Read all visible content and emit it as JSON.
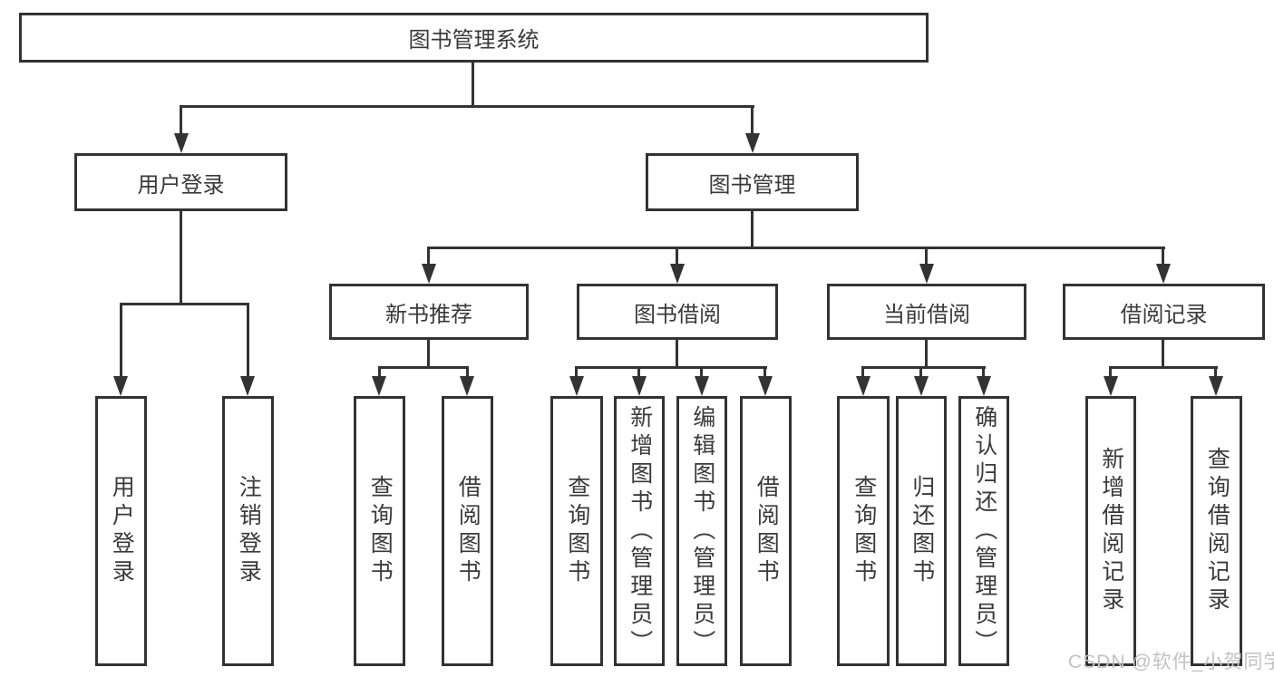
{
  "diagram": {
    "root_label": "图书管理系统",
    "level2": {
      "user_login": {
        "label": "用户登录"
      },
      "book_mgmt": {
        "label": "图书管理"
      }
    },
    "level3": {
      "new_rec": {
        "label": "新书推荐"
      },
      "borrow": {
        "label": "图书借阅"
      },
      "current": {
        "label": "当前借阅"
      },
      "records": {
        "label": "借阅记录"
      }
    },
    "leaves": {
      "user_login": {
        "parent": "用户登录",
        "label": "用户登录"
      },
      "logout": {
        "parent": "用户登录",
        "label": "注销登录"
      },
      "nbr_query": {
        "parent": "新书推荐",
        "label": "查询图书"
      },
      "nbr_borrow": {
        "parent": "新书推荐",
        "label": "借阅图书"
      },
      "bb_query": {
        "parent": "图书借阅",
        "label": "查询图书"
      },
      "bb_add": {
        "parent": "图书借阅",
        "label": "新增图书（管理员）"
      },
      "bb_edit": {
        "parent": "图书借阅",
        "label": "编辑图书（管理员）"
      },
      "bb_borrow": {
        "parent": "图书借阅",
        "label": "借阅图书"
      },
      "cb_query": {
        "parent": "当前借阅",
        "label": "查询图书"
      },
      "cb_return": {
        "parent": "当前借阅",
        "label": "归还图书"
      },
      "cb_confirm": {
        "parent": "当前借阅",
        "label": "确认归还（管理员）"
      },
      "br_add": {
        "parent": "借阅记录",
        "label": "新增借阅记录"
      },
      "br_query": {
        "parent": "借阅记录",
        "label": "查询借阅记录"
      }
    },
    "watermark": "CSDN @软件_小贺同学",
    "colors": {
      "line": "#333333",
      "text": "#3a3a3a",
      "watermark": "#c2c2c2",
      "background": "#ffffff"
    }
  }
}
